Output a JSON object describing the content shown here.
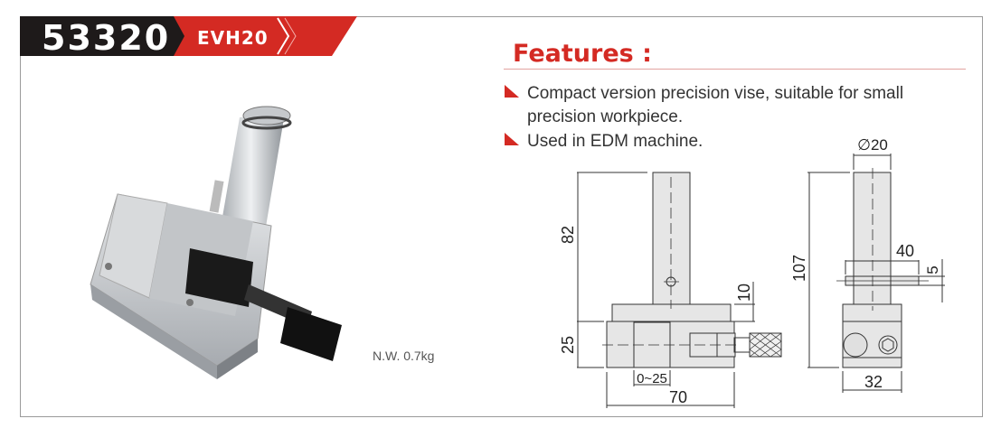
{
  "header": {
    "product_code": "53320",
    "model": "EVH20"
  },
  "features": {
    "title": "Features :",
    "items": [
      "Compact version precision vise, suitable for small precision workpiece.",
      "Used in EDM machine."
    ]
  },
  "product": {
    "net_weight": "N.W. 0.7kg"
  },
  "drawing": {
    "height_stem": "82",
    "height_base": "25",
    "plate_thickness": "10",
    "jaw_range": "0~25",
    "width": "70",
    "diameter": "∅20",
    "total_height": "107",
    "pin_length": "40",
    "pin_dia": "5",
    "depth": "32"
  },
  "colors": {
    "accent": "#d42a23",
    "header_dark": "#1e1a1a"
  }
}
